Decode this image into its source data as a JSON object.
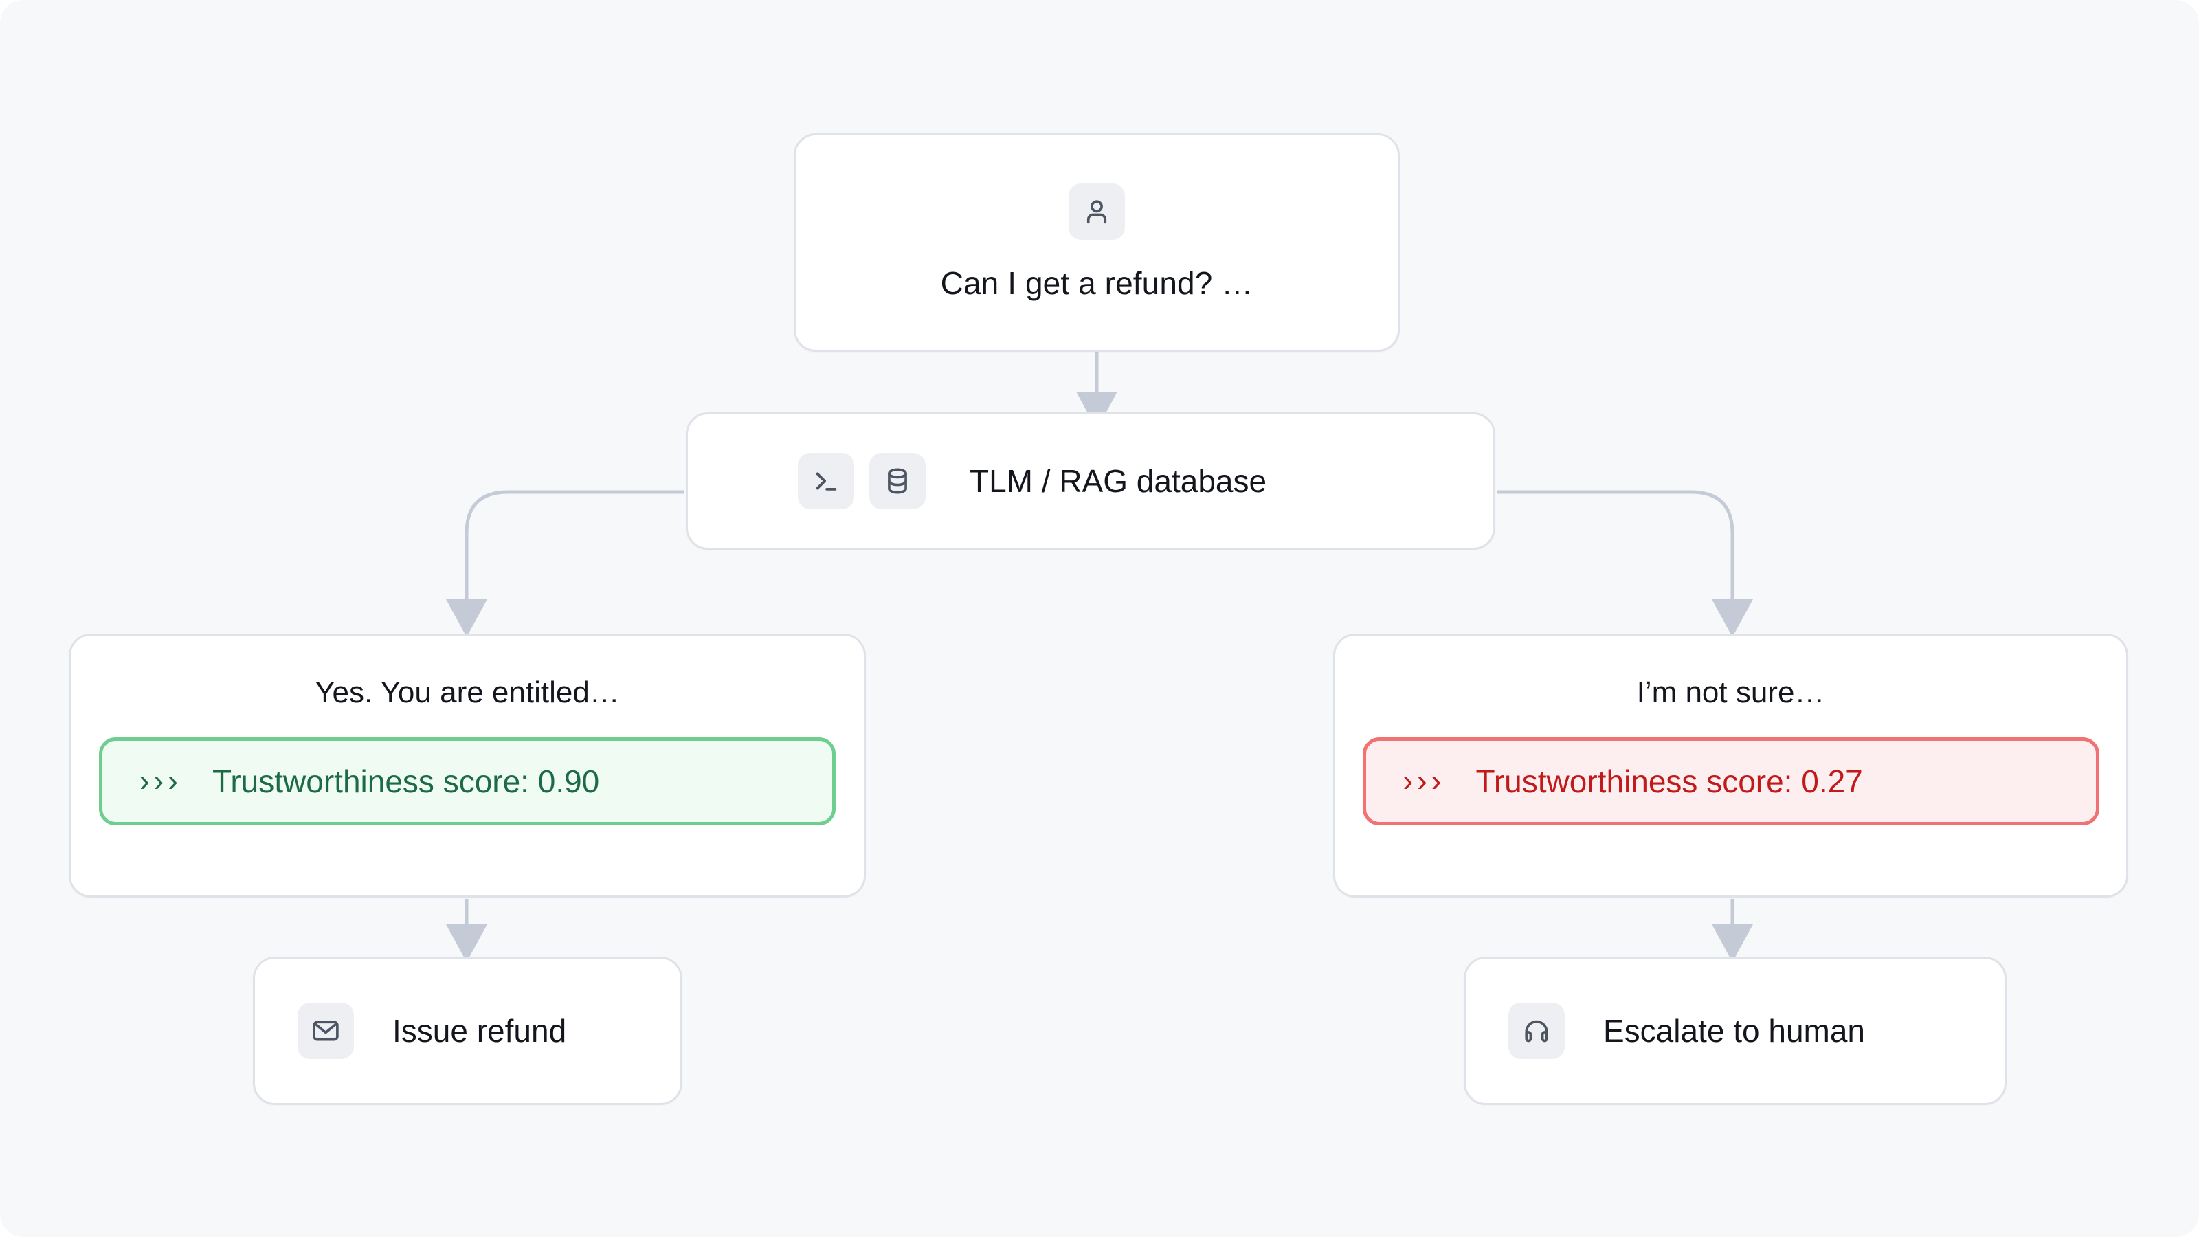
{
  "canvas": {
    "background_color": "#F7F8FA",
    "card_border_color": "#DFE2E8",
    "connector_color": "#C5CBD6"
  },
  "flow": {
    "user_node": {
      "icon": "user-icon",
      "text": "Can I get a refund? …"
    },
    "processing_node": {
      "icons": [
        "terminal-icon",
        "database-icon"
      ],
      "text": "TLM / RAG database"
    },
    "branches": [
      {
        "id": "trusted",
        "answer_text": "Yes. You are entitled…",
        "score_chevrons": "›››",
        "score_label": "Trustworthiness score: 0.90",
        "score_value": 0.9,
        "status": "high-trust",
        "border_color": "#6ECE90",
        "fill_color": "#EFFBF3",
        "text_color": "#1C6B46",
        "action": {
          "icon": "mail-icon",
          "text": "Issue refund"
        }
      },
      {
        "id": "untrusted",
        "answer_text": "I’m not sure…",
        "score_chevrons": "›››",
        "score_label": "Trustworthiness score: 0.27",
        "score_value": 0.27,
        "status": "low-trust",
        "border_color": "#F07272",
        "fill_color": "#FDEFEF",
        "text_color": "#C01A1A",
        "action": {
          "icon": "headphones-icon",
          "text": "Escalate to human"
        }
      }
    ]
  }
}
